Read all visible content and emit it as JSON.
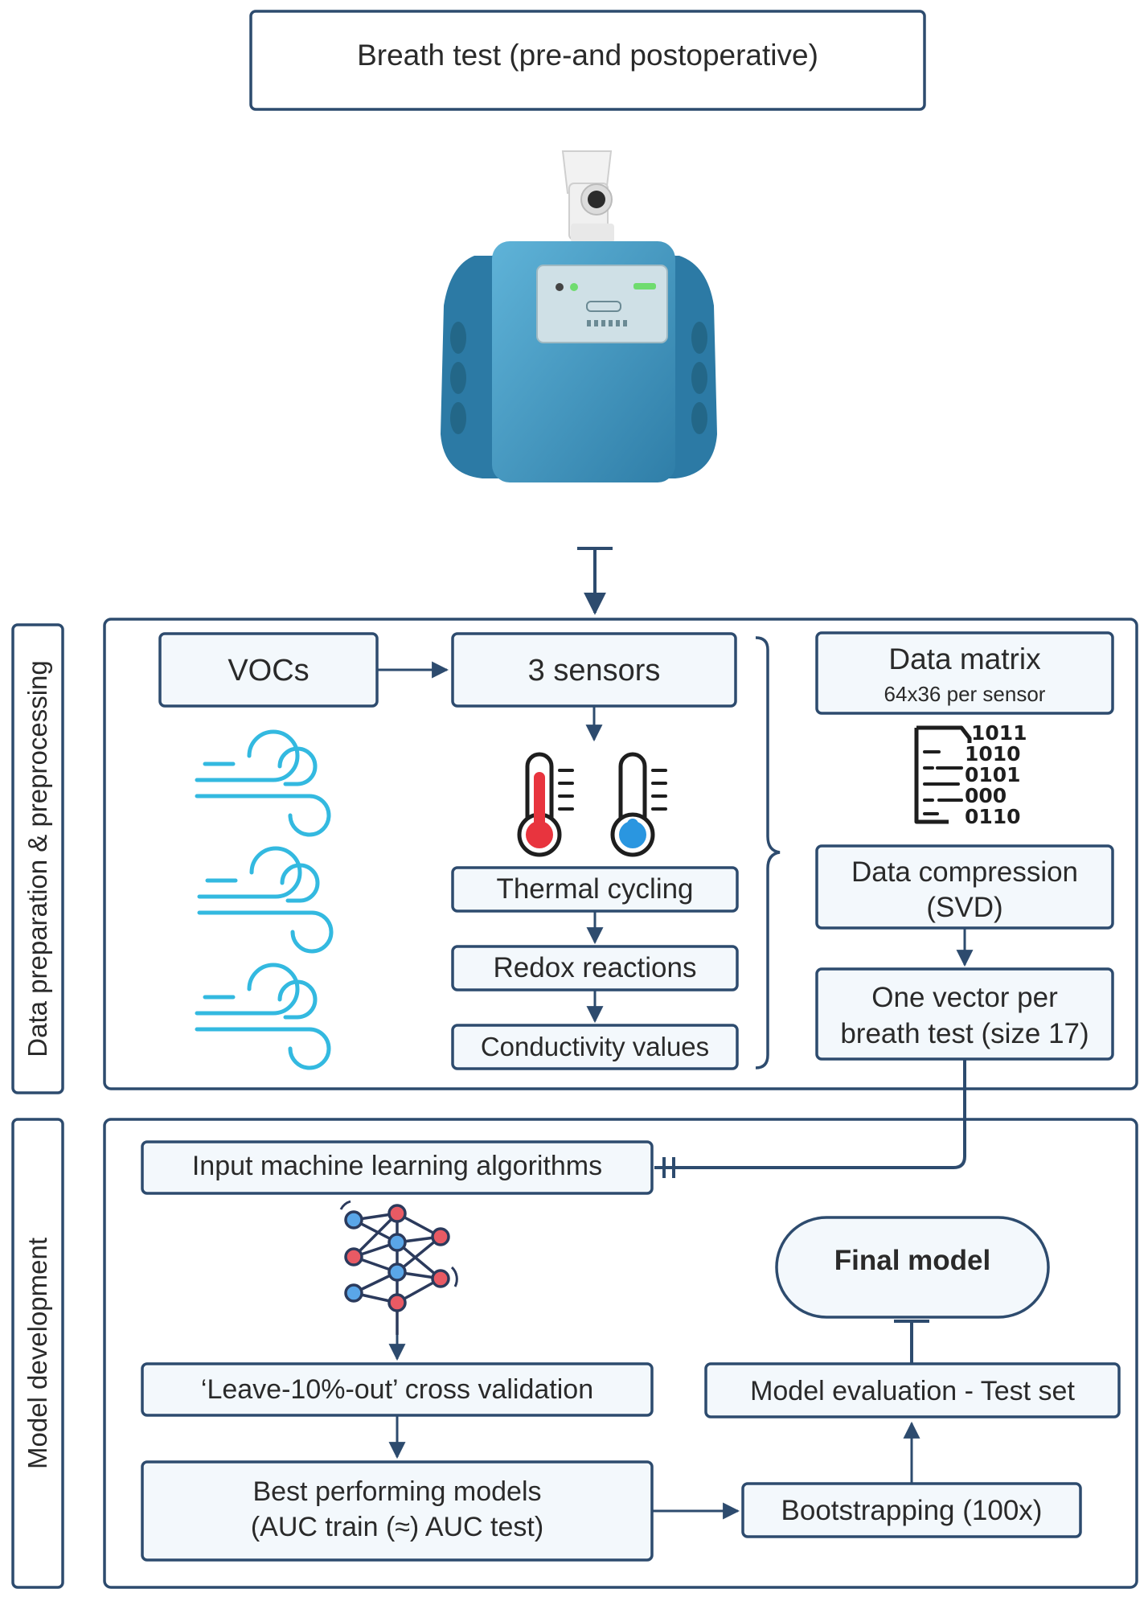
{
  "title": "Breath test (pre-and postoperative)",
  "sections": {
    "prep": "Data preparation & preprocessing",
    "model": "Model development"
  },
  "prep": {
    "vocs": "VOCs",
    "sensors": "3 sensors",
    "thermal": "Thermal cycling",
    "redox": "Redox reactions",
    "conductivity": "Conductivity values",
    "matrix_title": "Data matrix",
    "matrix_sub": "64x36 per sensor",
    "binary": [
      "1011",
      "1010",
      "0101",
      "000",
      "0110"
    ],
    "compression_l1": "Data compression",
    "compression_l2": "(SVD)",
    "vector_l1": "One vector per",
    "vector_l2": "breath test (size 17)"
  },
  "model": {
    "input": "Input machine learning algorithms",
    "loo": "‘Leave-10%-out’ cross validation",
    "best_l1": "Best performing models",
    "best_l2": "(AUC train (≈) AUC test)",
    "bootstrap": "Bootstrapping (100x)",
    "evaluation": "Model evaluation - Test set",
    "final": "Final model"
  },
  "colors": {
    "stroke": "#2d4b6e",
    "fill": "#f3f8fc",
    "device": "#3b8fb8",
    "wind": "#33b9e0",
    "thermo_hot": "#e8343e",
    "thermo_cold": "#2a96e0",
    "node_red": "#e85a64",
    "node_blue": "#5aa6e8"
  },
  "icons": [
    "breath-device-image",
    "wind-icon",
    "thermometer-hot-icon",
    "thermometer-cold-icon",
    "binary-data-icon",
    "neural-network-icon"
  ]
}
